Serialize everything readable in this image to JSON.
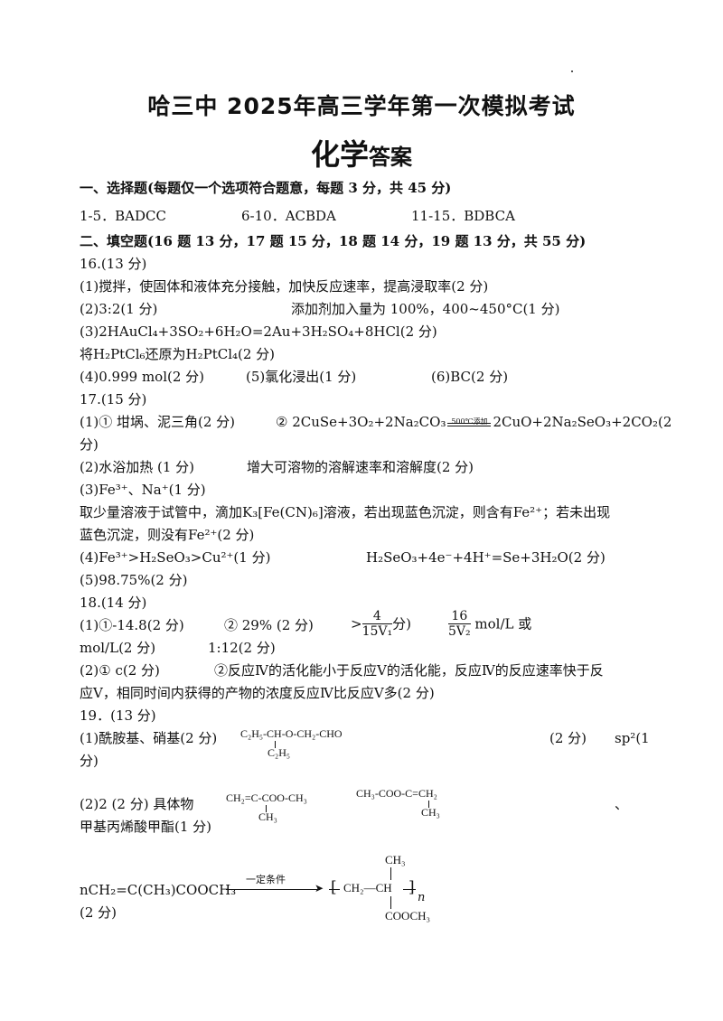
{
  "header": {
    "title": "哈三中 2025年高三学年第一次模拟考试",
    "subject": "化学",
    "answer": "答案"
  },
  "section1": {
    "heading": "一、选择题(每题仅一个选项符合题意，每题 3 分，共 45 分)",
    "g1": "1-5．BADCC",
    "g2": "6-10．ACBDA",
    "g3": "11-15．BDBCA"
  },
  "section2": {
    "heading": "二、填空题(16 题 13 分，17 题 15 分，18 题 14 分，19 题 13 分，共 55 分)"
  },
  "q16": {
    "label": "16.(13 分)",
    "a1": "(1)搅拌，使固体和液体充分接触，加快反应速率，提高浸取率(2 分)",
    "a2": "(2)3:2(1 分)",
    "a2b": "添加剂加入量为 100%，400~450°C(1 分)",
    "a3": "(3)2HAuCl₄+3SO₂+6H₂O=2Au+3H₂SO₄+8HCl(2 分)",
    "a3b": "将H₂PtCl₆还原为H₂PtCl₄(2 分)",
    "a4": "(4)0.999 mol(2 分)",
    "a5": "(5)氯化浸出(1 分)",
    "a6": "(6)BC(2 分)"
  },
  "q17": {
    "label": "17.(15 分)",
    "a1a": "(1)① 坩埚、泥三角(2 分)",
    "a1b_lhs": "② 2CuSe+3O₂+2Na₂CO₃",
    "a1b_cond": "500℃添加",
    "a1b_rhs": "2CuO+2Na₂SeO₃+2CO₂(2",
    "a1b_tail": "分)",
    "a2a": "(2)水浴加热 (1 分)",
    "a2b": "增大可溶物的溶解速率和溶解度(2 分)",
    "a3a": "(3)Fe³⁺、Na⁺(1 分)",
    "a3b": "取少量溶液于试管中，滴加K₃[Fe(CN)₆]溶液，若出现蓝色沉淀，则含有Fe²⁺；若未出现",
    "a3c": "蓝色沉淀，则没有Fe²⁺(2 分)",
    "a4a": "(4)Fe³⁺>H₂SeO₃>Cu²⁺(1 分)",
    "a4b": "H₂SeO₃+4e⁻+4H⁺=Se+3H₂O(2 分)",
    "a5": "(5)98.75%(2 分)"
  },
  "q18": {
    "label": "18.(14 分)",
    "a1a": "(1)①-14.8(2 分)",
    "a1b": "② 29% (2 分)",
    "a1c_pre": ">",
    "a1c_num": "4",
    "a1c_den": "15V₁",
    "a1c_post": "分)",
    "a1d_num": "16",
    "a1d_den": "5V₂",
    "a1d_post": "mol/L 或",
    "a1e": "mol/L(2 分)",
    "a1f": "1:12(2 分)",
    "a2a": "(2)① c(2 分)",
    "a2b": "②反应Ⅳ的活化能小于反应Ⅴ的活化能，反应Ⅳ的反应速率快于反",
    "a2c": "应Ⅴ，相同时间内获得的产物的浓度反应Ⅳ比反应Ⅴ多(2 分)"
  },
  "q19": {
    "label": "19．(13 分)",
    "a1a": "(1)酰胺基、硝基(2 分)",
    "a1_struct_main": "C₂H₅-CH-O-CH₂-CHO",
    "a1_struct_sub": "C₂H₅",
    "a1b": "(2 分)",
    "a1c": "sp²(1",
    "a1d": "分)",
    "a2a": "(2)2 (2 分) 具体物",
    "a2_s1_main": "CH₂=C-COO-CH₃",
    "a2_s1_sub": "CH₃",
    "a2_s2_main": "CH₃-COO-C=CH₂",
    "a2_s2_sub": "CH₃",
    "a2_sep": "、",
    "a2b": "甲基丙烯酸甲酯(1 分)",
    "a3_lhs": "nCH₂=C(CH₃)COOCH₃",
    "a3_cond": "一定条件",
    "a3_top": "CH₃",
    "a3_chain": "CH₂—CH",
    "a3_n": "n",
    "a3_bottom": "COOCH₃",
    "a3_score": "(2 分)"
  }
}
